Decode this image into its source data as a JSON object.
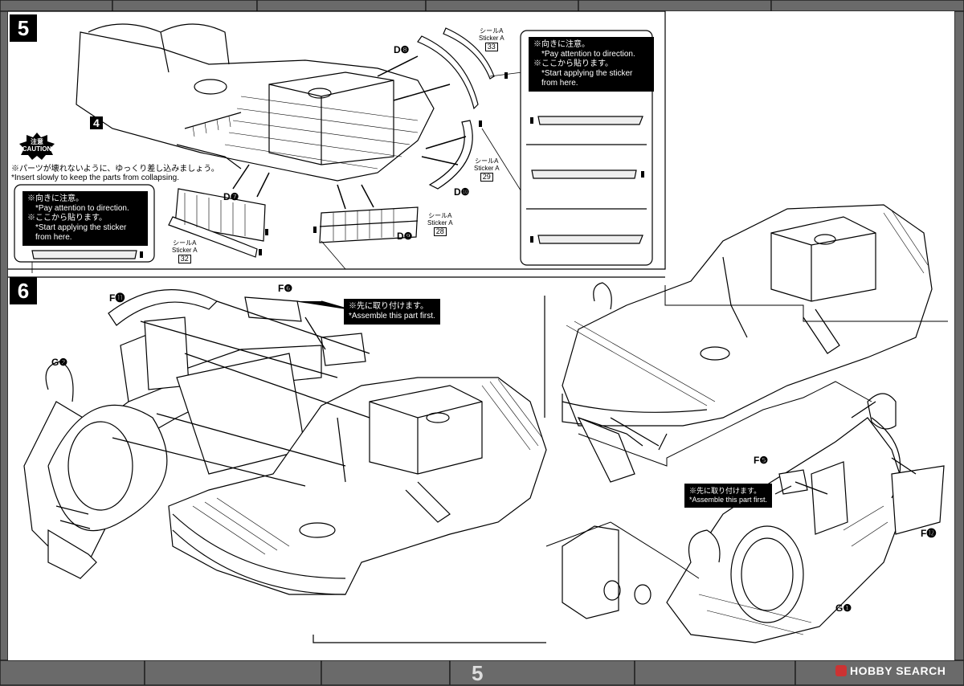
{
  "page_number": "5",
  "watermark": "HOBBY SEARCH",
  "steps": [
    {
      "number": "5"
    },
    {
      "number": "6"
    }
  ],
  "step5": {
    "sub_step": "4",
    "caution_jp": "注意",
    "caution_en": "CAUTION",
    "caution_note_jp": "※パーツが壊れないように、ゆっくり差し込みましょう。",
    "caution_note_en": "*Insert slowly to keep the parts from collapsing.",
    "parts": [
      "D❽",
      "D❼",
      "D❾",
      "D❿"
    ],
    "stickers": [
      {
        "jp": "シールA",
        "en": "Sticker A",
        "num": "33"
      },
      {
        "jp": "シールA",
        "en": "Sticker A",
        "num": "29"
      },
      {
        "jp": "シールA",
        "en": "Sticker A",
        "num": "28"
      },
      {
        "jp": "シールA",
        "en": "Sticker A",
        "num": "32"
      }
    ],
    "notes": {
      "direction_jp": "※向きに注意。",
      "direction_en": "*Pay attention to direction.",
      "apply_jp": "※ここから貼ります。",
      "apply_en": "*Start applying the sticker",
      "apply_en2": "from here."
    }
  },
  "step6": {
    "parts": [
      "F⓫",
      "F❻",
      "G❷",
      "F❺",
      "F⓬",
      "G❶"
    ],
    "note_first_jp": "※先に取り付けます。",
    "note_first_en": "*Assemble this part first."
  }
}
